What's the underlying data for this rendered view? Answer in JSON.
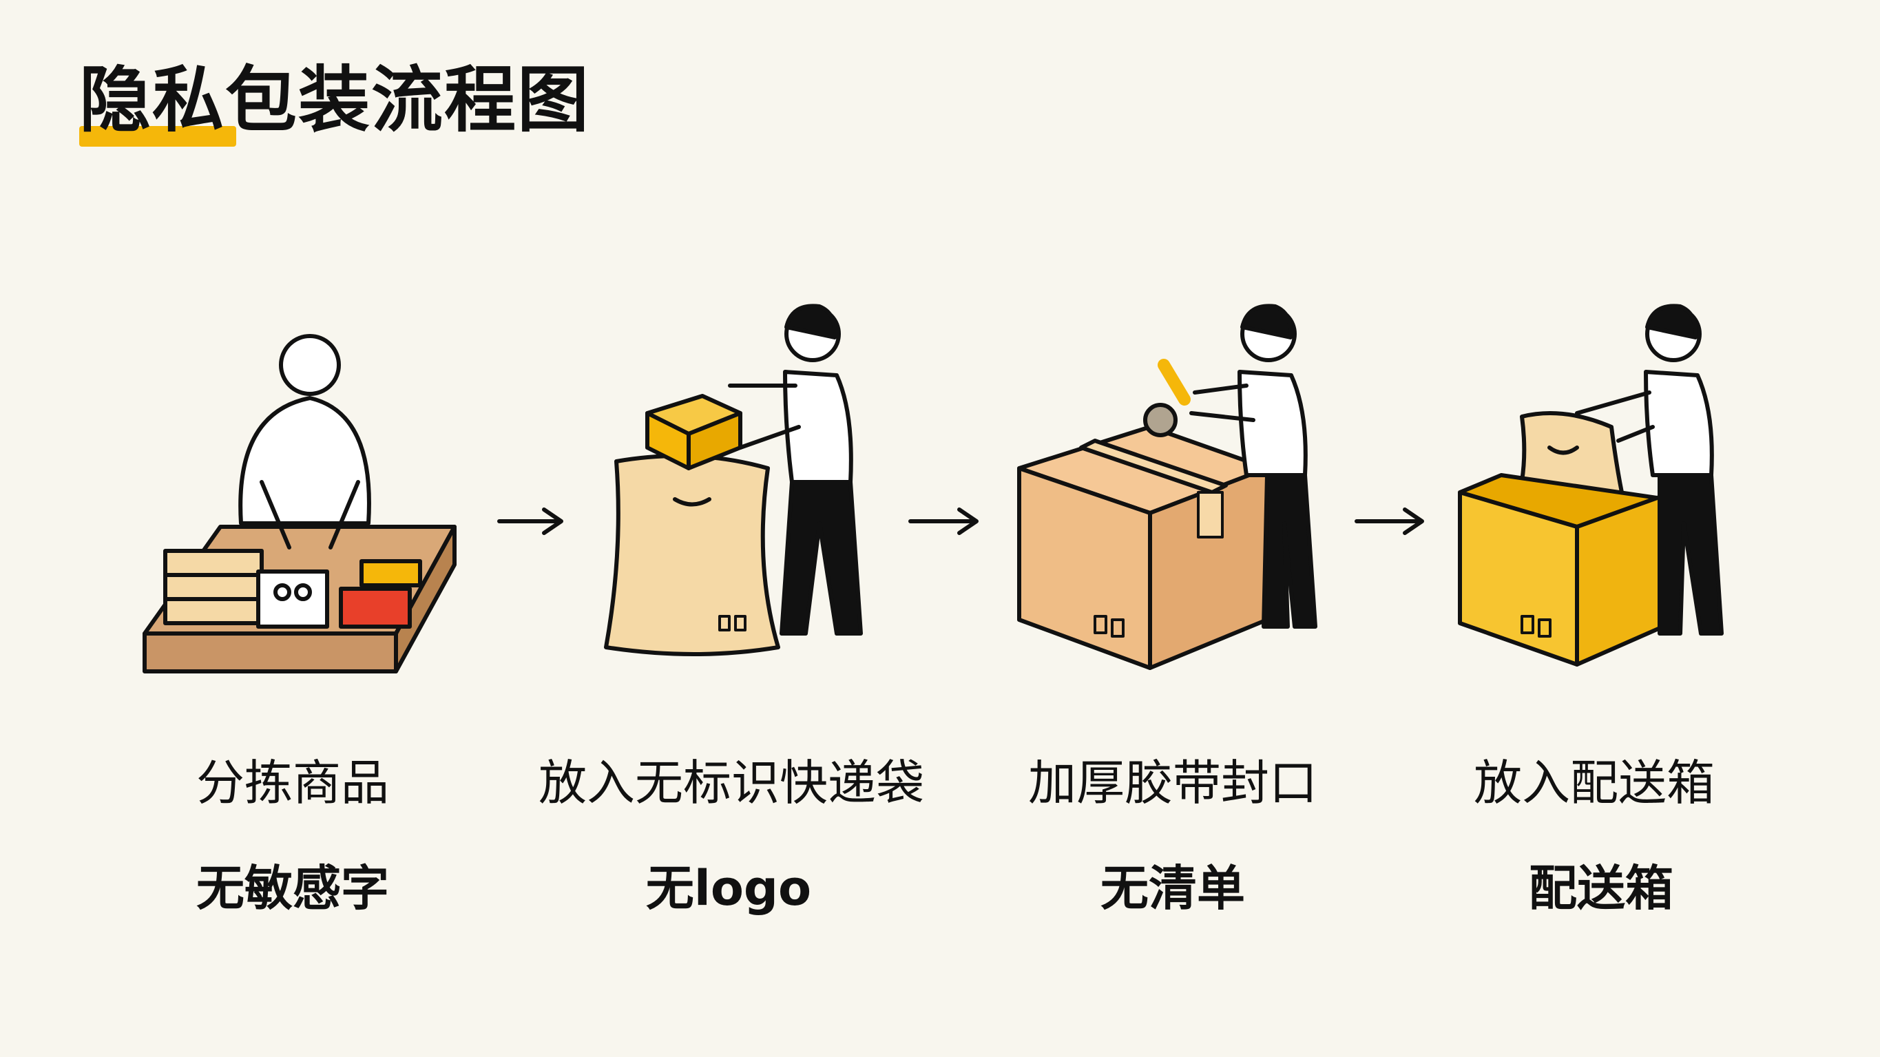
{
  "title": "隐私包装流程图",
  "colors": {
    "accent": "#f5b70a",
    "background": "#f8f6ee",
    "cardboard": "#efbd86",
    "bag": "#f5d9a6"
  },
  "steps": [
    {
      "label": "分拣商品",
      "note": "无敏感字",
      "icon": "sorting-person-icon"
    },
    {
      "label": "放入无标识快递袋",
      "note": "无logo",
      "icon": "bagging-person-icon"
    },
    {
      "label": "加厚胶带封口",
      "note": "无清单",
      "icon": "taping-box-icon"
    },
    {
      "label": "放入配送箱",
      "note": "配送箱",
      "icon": "delivery-box-icon"
    }
  ]
}
